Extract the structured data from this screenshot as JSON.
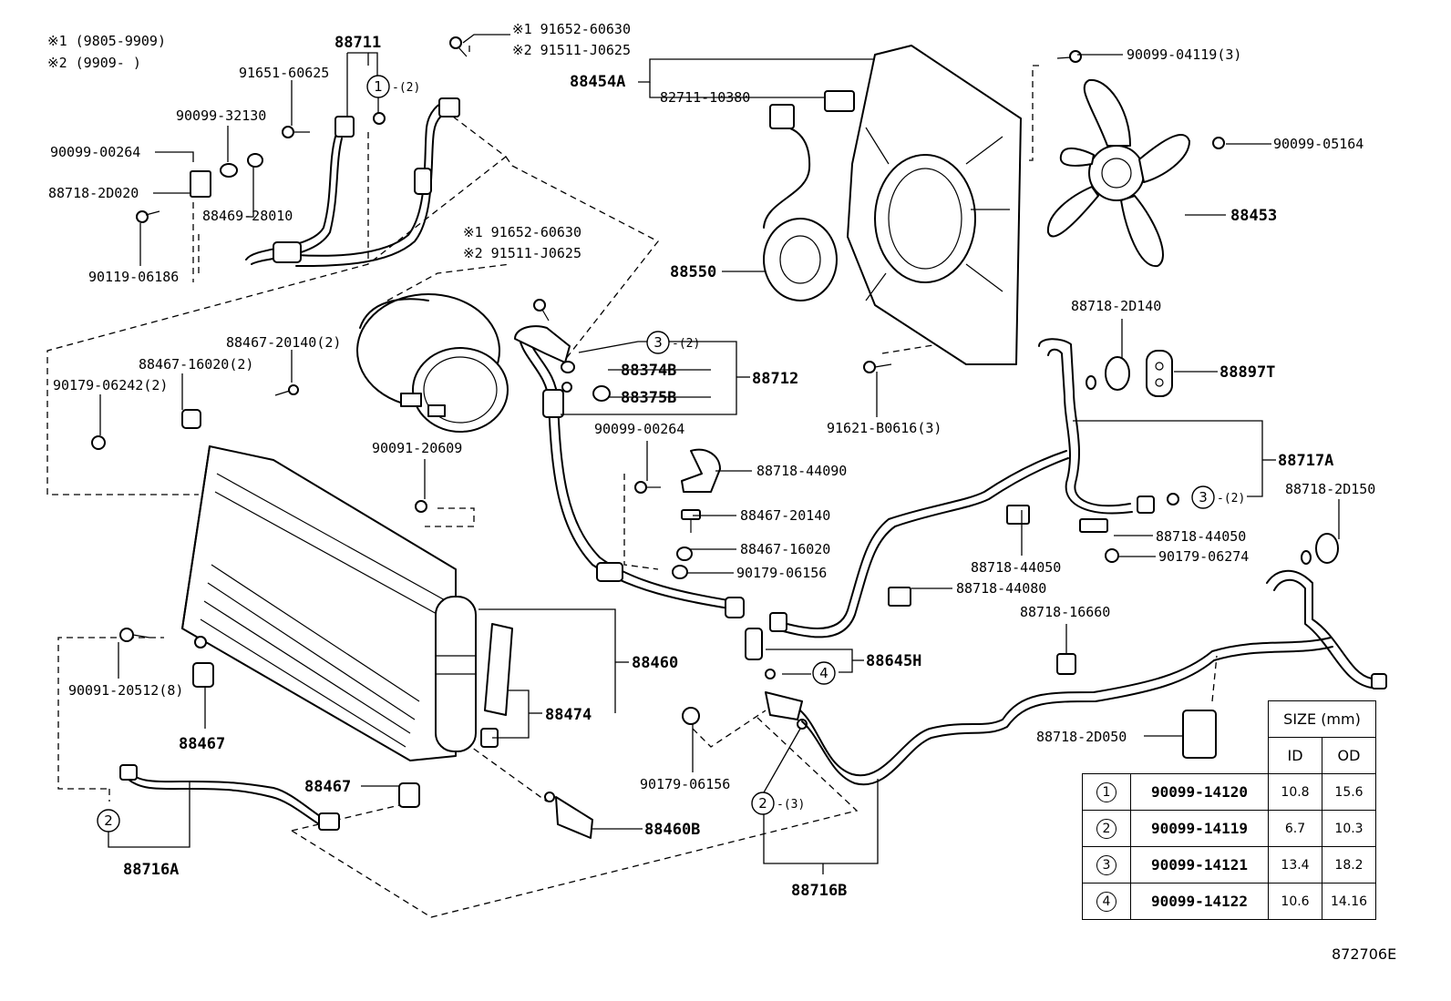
{
  "legend": {
    "note1": "※1 (9805-9909)",
    "note2": "※2 (9909-      )"
  },
  "labels": {
    "p88711": "88711",
    "p91651_60625": "91651-60625",
    "p90099_32130": "90099-32130",
    "p90099_00264_a": "90099-00264",
    "p88718_2D020": "88718-2D020",
    "p88469_28010": "88469-28010",
    "p90119_06186": "90119-06186",
    "note_top_1": "※1 91652-60630",
    "note_top_2": "※2 91511-J0625",
    "note_mid_1": "※1 91652-60630",
    "note_mid_2": "※2 91511-J0625",
    "p88454A": "88454A",
    "p82711_10380": "82711-10380",
    "p90099_04119": "90099-04119(3)",
    "p90099_05164": "90099-05164",
    "p88453": "88453",
    "p88550": "88550",
    "p88467_20140_2": "88467-20140(2)",
    "p88467_16020_2": "88467-16020(2)",
    "p90179_06242_2": "90179-06242(2)",
    "p88374B": "88374B",
    "p88375B": "88375B",
    "p88712": "88712",
    "p91621_B0616": "91621-B0616(3)",
    "p88718_2D140": "88718-2D140",
    "p88897T": "88897T",
    "p90091_20609": "90091-20609",
    "p90099_00264_b": "90099-00264",
    "p88718_44090": "88718-44090",
    "p88717A": "88717A",
    "p88718_2D150": "88718-2D150",
    "p88467_20140": "88467-20140",
    "p88467_16020": "88467-16020",
    "p90179_06156_a": "90179-06156",
    "p88718_44050_a": "88718-44050",
    "p88718_44050_b": "88718-44050",
    "p90179_06274": "90179-06274",
    "p88718_44080": "88718-44080",
    "p88718_16660": "88718-16660",
    "p88460": "88460",
    "p88645H": "88645H",
    "p90091_20512": "90091-20512(8)",
    "p88467_a": "88467",
    "p88474": "88474",
    "p88718_2D050": "88718-2D050",
    "p90179_06156_b": "90179-06156",
    "p88467_b": "88467",
    "p88460B": "88460B",
    "p88716A": "88716A",
    "p88716B": "88716B",
    "qty2": "-(2)",
    "qty3": "-(3)"
  },
  "callouts": {
    "c1": "1",
    "c2": "2",
    "c3": "3",
    "c4": "4"
  },
  "size_table": {
    "title": "SIZE (mm)",
    "col_id": "ID",
    "col_od": "OD",
    "rows": [
      {
        "no": "1",
        "part": "90099-14120",
        "id": "10.8",
        "od": "15.6"
      },
      {
        "no": "2",
        "part": "90099-14119",
        "id": "6.7",
        "od": "10.3"
      },
      {
        "no": "3",
        "part": "90099-14121",
        "id": "13.4",
        "od": "18.2"
      },
      {
        "no": "4",
        "part": "90099-14122",
        "id": "10.6",
        "od": "14.16"
      }
    ]
  },
  "ref_code": "872706E"
}
